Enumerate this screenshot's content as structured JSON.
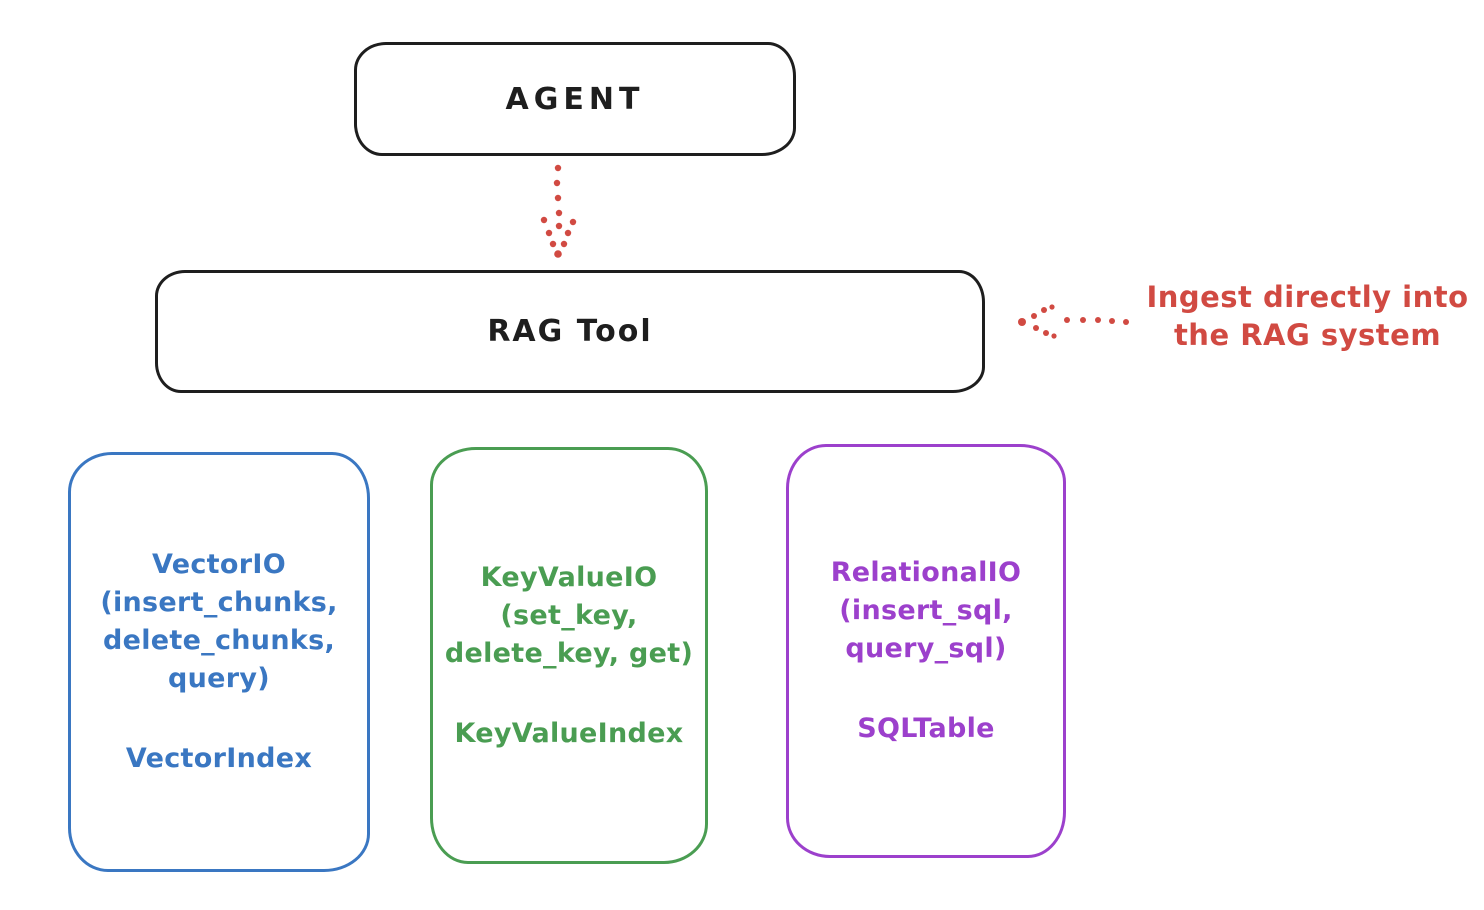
{
  "nodes": {
    "agent": {
      "label": "AGENT"
    },
    "rag_tool": {
      "label": "RAG Tool"
    }
  },
  "annotation": {
    "line1": "Ingest directly into",
    "line2": "the RAG system"
  },
  "columns": {
    "vector": {
      "lines": [
        "VectorIO",
        "(insert_chunks,",
        "delete_chunks,",
        "query)"
      ],
      "index_label": "VectorIndex",
      "color": "#3a77c2"
    },
    "keyvalue": {
      "lines": [
        "KeyValueIO",
        "(set_key,",
        "delete_key, get)"
      ],
      "index_label": "KeyValueIndex",
      "color": "#4a9d52"
    },
    "relational": {
      "lines": [
        "RelationalIO",
        "(insert_sql,",
        "query_sql)"
      ],
      "index_label": "SQLTable",
      "color": "#9c40cc"
    }
  },
  "colors": {
    "stroke": "#1e1e1e",
    "red": "#d14a42",
    "blue": "#3a77c2",
    "green": "#4a9d52",
    "purple": "#9c40cc"
  }
}
